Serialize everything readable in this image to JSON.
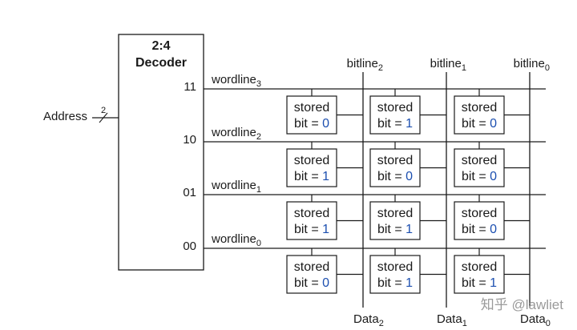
{
  "decoder": {
    "title_line1": "2:4",
    "title_line2": "Decoder",
    "outputs": [
      "11",
      "10",
      "01",
      "00"
    ]
  },
  "address": {
    "label": "Address",
    "bus_width": "2"
  },
  "wordlines": [
    {
      "base": "wordline",
      "sub": "3"
    },
    {
      "base": "wordline",
      "sub": "2"
    },
    {
      "base": "wordline",
      "sub": "1"
    },
    {
      "base": "wordline",
      "sub": "0"
    }
  ],
  "bitlines": [
    {
      "base": "bitline",
      "sub": "2"
    },
    {
      "base": "bitline",
      "sub": "1"
    },
    {
      "base": "bitline",
      "sub": "0"
    }
  ],
  "data_outputs": [
    {
      "base": "Data",
      "sub": "2"
    },
    {
      "base": "Data",
      "sub": "1"
    },
    {
      "base": "Data",
      "sub": "0"
    }
  ],
  "cell_text": {
    "line1": "stored",
    "line2_prefix": "bit = "
  },
  "cells": [
    [
      "0",
      "1",
      "0"
    ],
    [
      "1",
      "0",
      "0"
    ],
    [
      "1",
      "1",
      "0"
    ],
    [
      "0",
      "1",
      "1"
    ]
  ],
  "watermark": "知乎 @lawliet",
  "colors": {
    "line": "#1a1a1a",
    "bit_value": "#1c4fb0",
    "watermark": "#9a9a9a"
  }
}
